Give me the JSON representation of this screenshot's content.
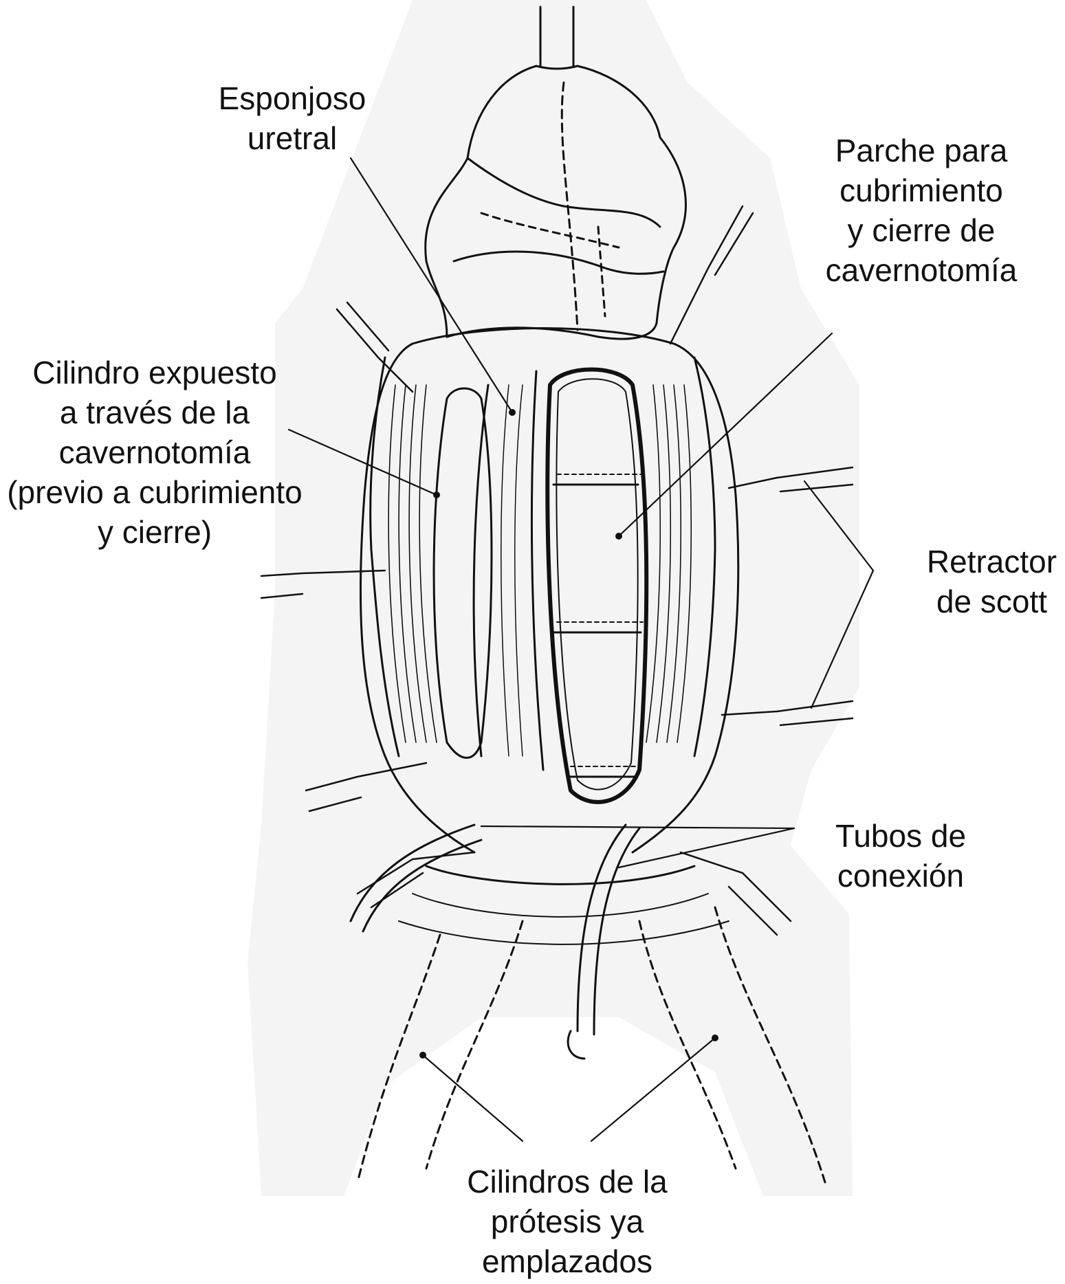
{
  "figure": {
    "background": "#ffffff",
    "tissue_fill": "#f4f4f4",
    "line_color": "#111111"
  },
  "labels": {
    "esponjoso": [
      "Esponjoso",
      "uretral"
    ],
    "parche": [
      "Parche para",
      "cubrimiento",
      "y cierre de",
      "cavernotomía"
    ],
    "cilindro": [
      "Cilindro expuesto",
      "a través de la",
      "cavernotomía",
      "(previo a cubrimiento",
      "y cierre)"
    ],
    "retractor": [
      "Retractor",
      "de scott"
    ],
    "tubos": [
      "Tubos de",
      "conexión"
    ],
    "cilindros": [
      "Cilindros de la",
      "prótesis ya",
      "emplazados"
    ]
  }
}
